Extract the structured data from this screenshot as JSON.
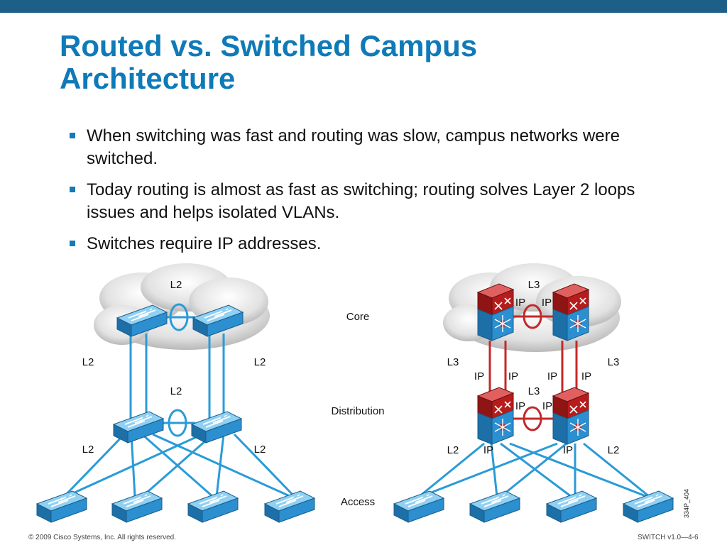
{
  "slide": {
    "title_line1": "Routed vs. Switched Campus",
    "title_line2": "Architecture",
    "bullets": [
      "When switching was fast and routing was slow, campus networks were switched.",
      "Today routing is almost as fast as switching; routing solves Layer 2 loops issues and helps isolated VLANs.",
      "Switches require IP addresses."
    ]
  },
  "diagram": {
    "layers": {
      "core": "Core",
      "distribution": "Distribution",
      "access": "Access"
    },
    "left": {
      "core_label": "L2",
      "core_to_dist_left": "L2",
      "core_to_dist_right": "L2",
      "dist_label": "L2",
      "dist_to_access_left": "L2",
      "dist_to_access_right": "L2"
    },
    "right": {
      "core_label": "L3",
      "core_ip_left": "IP",
      "core_ip_right": "IP",
      "core_to_dist_left": "L3",
      "core_to_dist_right": "L3",
      "ip1": "IP",
      "ip2": "IP",
      "ip3": "IP",
      "ip4": "IP",
      "dist_label": "L3",
      "dist_ip_left": "IP",
      "dist_ip_right": "IP",
      "dist_to_access_left": "L2",
      "dist_to_access_right": "L2",
      "dist_bottom_ip_left": "IP",
      "dist_bottom_ip_right": "IP"
    },
    "figure_id": "334P_404",
    "colors": {
      "switch_blue": "#2b8fd0",
      "link_blue": "#2a9bd8",
      "link_red": "#c62828",
      "router_red": "#b71c1c"
    }
  },
  "footer": {
    "copyright": "© 2009 Cisco Systems, Inc. All rights reserved.",
    "course": "SWITCH v1.0—4-6"
  }
}
